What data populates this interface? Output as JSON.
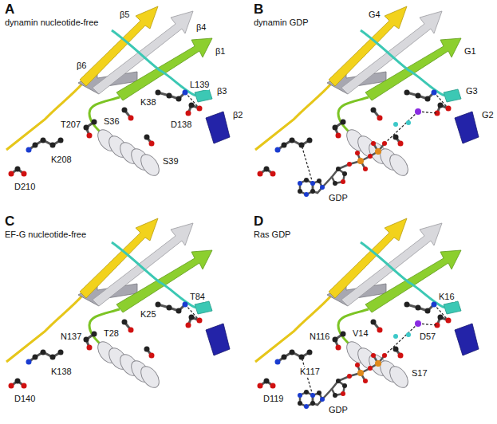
{
  "diagram": {
    "labels": [
      "A",
      "dynamin nucleotide-free",
      "β5",
      "β4",
      "β1",
      "β6",
      "L139",
      "K38",
      "S36",
      "T207",
      "D138",
      "β3",
      "β2",
      "K208",
      "S39",
      "D210",
      "B",
      "dynamin GDP",
      "G4",
      "G1",
      "G3",
      "G2",
      "GDP",
      "C",
      "EF-G nucleotide-free",
      "N137",
      "K25",
      "T84",
      "T28",
      "K138",
      "D140",
      "D",
      "Ras GDP",
      "K16",
      "N116",
      "V14",
      "K117",
      "D57",
      "S17",
      "D119",
      "GDP"
    ]
  }
}
